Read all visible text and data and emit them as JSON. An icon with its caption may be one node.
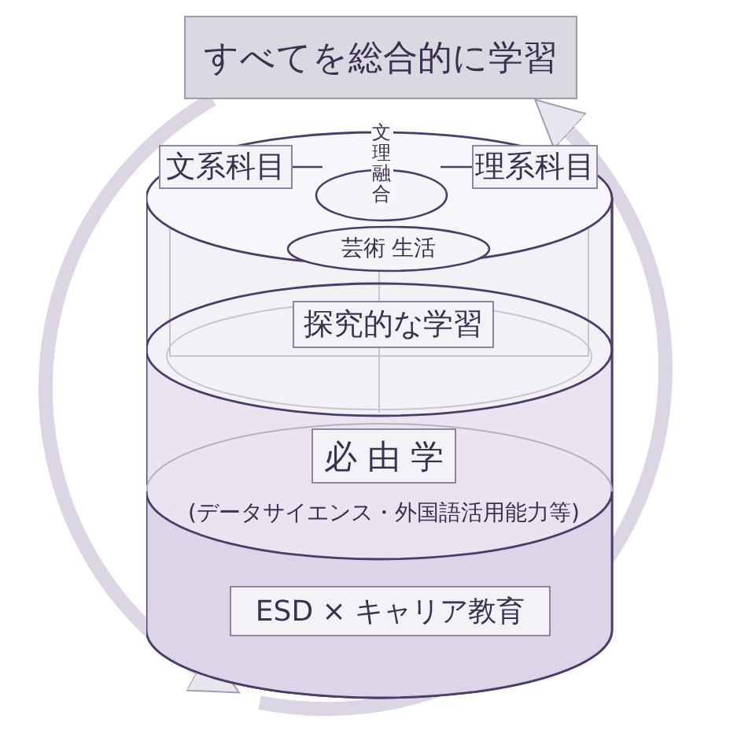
{
  "diagram": {
    "nodes": [
      {
        "text": [
          "すべてを総合的に学習"
        ]
      },
      {
        "text": [],
        "shape": "cylinder"
      },
      {
        "text": [
          "文系科目"
        ]
      },
      {
        "text": [
          "文理融合"
        ]
      },
      {
        "text": [
          "理系科目"
        ]
      },
      {
        "text": [
          "芸術 生活"
        ],
        "in": 1
      },
      {
        "text": [
          "探究的な学習"
        ],
        "in": 1
      },
      {
        "text": [
          "必 由 学"
        ],
        "beside": [
          "(データサイエンス・外国語活用能力等)"
        ],
        "in": 1
      },
      {
        "text": [
          "ESD × キャリア教育"
        ],
        "in": 1
      }
    ],
    "edges": [
      {
        "from": 0,
        "to": 1,
        "arrow": "to",
        "style": "thick",
        "color": "#dcd6e4"
      },
      {
        "from": 1,
        "to": 0,
        "arrow": "to",
        "style": "thick",
        "color": "#dcd6e4"
      },
      {
        "from": 2,
        "to": 3,
        "arrow": "none",
        "color": "#4a3d6a"
      },
      {
        "from": 4,
        "to": 3,
        "arrow": "none",
        "color": "#4a3d6a"
      }
    ]
  }
}
